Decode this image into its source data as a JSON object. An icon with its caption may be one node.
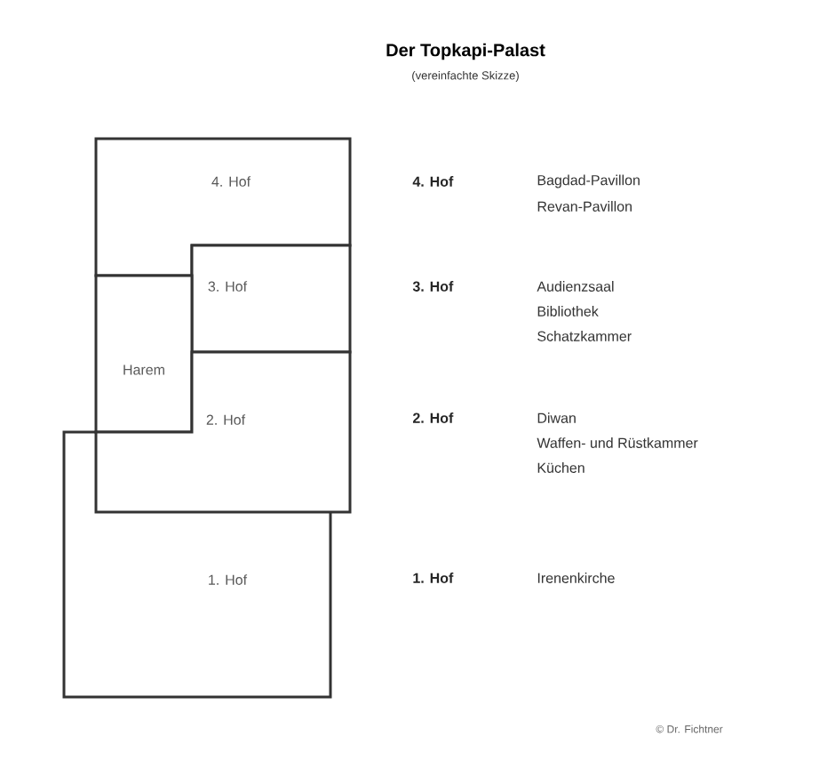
{
  "diagram": {
    "title": "Der Topkapi-Palast",
    "caption": "(vereinfachte Skizze)",
    "nodes": [
      {
        "text": [
          "4. Hof"
        ]
      },
      {
        "text": [
          "3. Hof"
        ]
      },
      {
        "text": [
          "Harem"
        ]
      },
      {
        "text": [
          "2. Hof"
        ]
      },
      {
        "text": [
          "1. Hof"
        ]
      }
    ],
    "labels": [
      "4. Hof",
      "Bagdad-Pavillon",
      "Revan-Pavillon",
      "3. Hof",
      "Audienzsaal",
      "Bibliothek",
      "Schatzkammer",
      "2. Hof",
      "Diwan",
      "Waffen- und Rüstkammer",
      "Küchen",
      "1. Hof",
      "Irenenkirche",
      "© Dr. Fichtner"
    ]
  }
}
